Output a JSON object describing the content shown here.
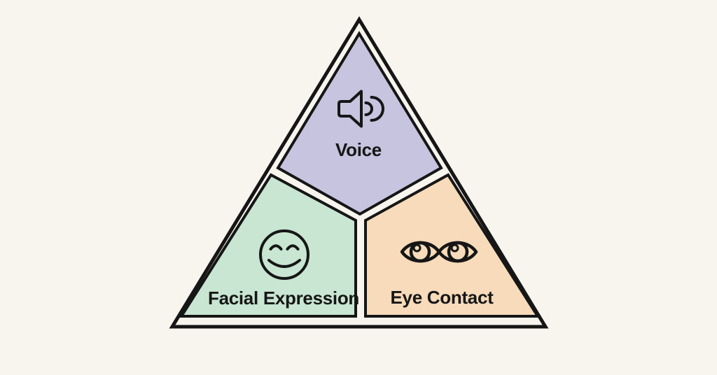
{
  "diagram": {
    "name": "communication-skills-triangle",
    "background_color": "#f8f5ee",
    "outline_color": "#161616",
    "text_color": "#161616",
    "gap_color": "#f8f5ee",
    "sections": [
      {
        "id": "voice",
        "label": "Voice",
        "icon": "speaker-icon",
        "color": "#c6c4de",
        "position": "top"
      },
      {
        "id": "facial-expression",
        "label": "Facial Expression",
        "icon": "smiley-face-icon",
        "color": "#c8e6d2",
        "position": "bottom-left"
      },
      {
        "id": "eye-contact",
        "label": "Eye Contact",
        "icon": "eyes-icon",
        "color": "#f7dbba",
        "position": "bottom-right"
      }
    ]
  }
}
